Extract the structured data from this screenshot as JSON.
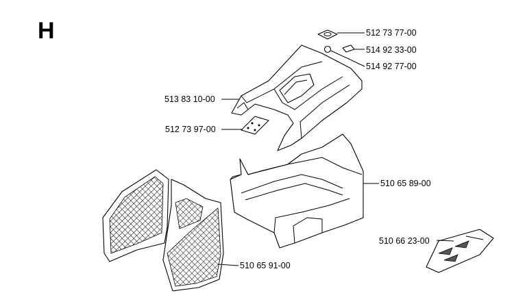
{
  "section": {
    "letter": "H"
  },
  "parts": [
    {
      "id": "p1",
      "number": "512 73 77-00"
    },
    {
      "id": "p2",
      "number": "514 92 33-00"
    },
    {
      "id": "p3",
      "number": "514 92 77-00"
    },
    {
      "id": "p4",
      "number": "513 83 10-00"
    },
    {
      "id": "p5",
      "number": "512 73 97-00"
    },
    {
      "id": "p6",
      "number": "510 65 89-00"
    },
    {
      "id": "p7",
      "number": "510 66 23-00"
    },
    {
      "id": "p8",
      "number": "510 65 91-00"
    }
  ],
  "colors": {
    "line": "#000000",
    "background": "#ffffff"
  }
}
